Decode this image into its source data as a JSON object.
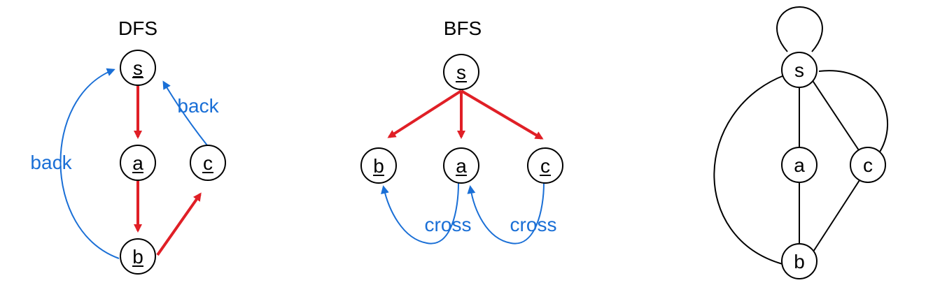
{
  "dfs": {
    "title": "DFS",
    "nodes": {
      "s": "s",
      "a": "a",
      "b": "b",
      "c": "c"
    },
    "edge_labels": {
      "back_left": "back",
      "back_right": "back"
    },
    "colors": {
      "tree_edge": "#e01f26",
      "non_tree_edge": "#1a6fd6"
    }
  },
  "bfs": {
    "title": "BFS",
    "nodes": {
      "s": "s",
      "a": "a",
      "b": "b",
      "c": "c"
    },
    "edge_labels": {
      "cross_left": "cross",
      "cross_right": "cross"
    },
    "colors": {
      "tree_edge": "#e01f26",
      "non_tree_edge": "#1a6fd6"
    }
  },
  "graph": {
    "nodes": {
      "s": "s",
      "a": "a",
      "b": "b",
      "c": "c"
    }
  }
}
